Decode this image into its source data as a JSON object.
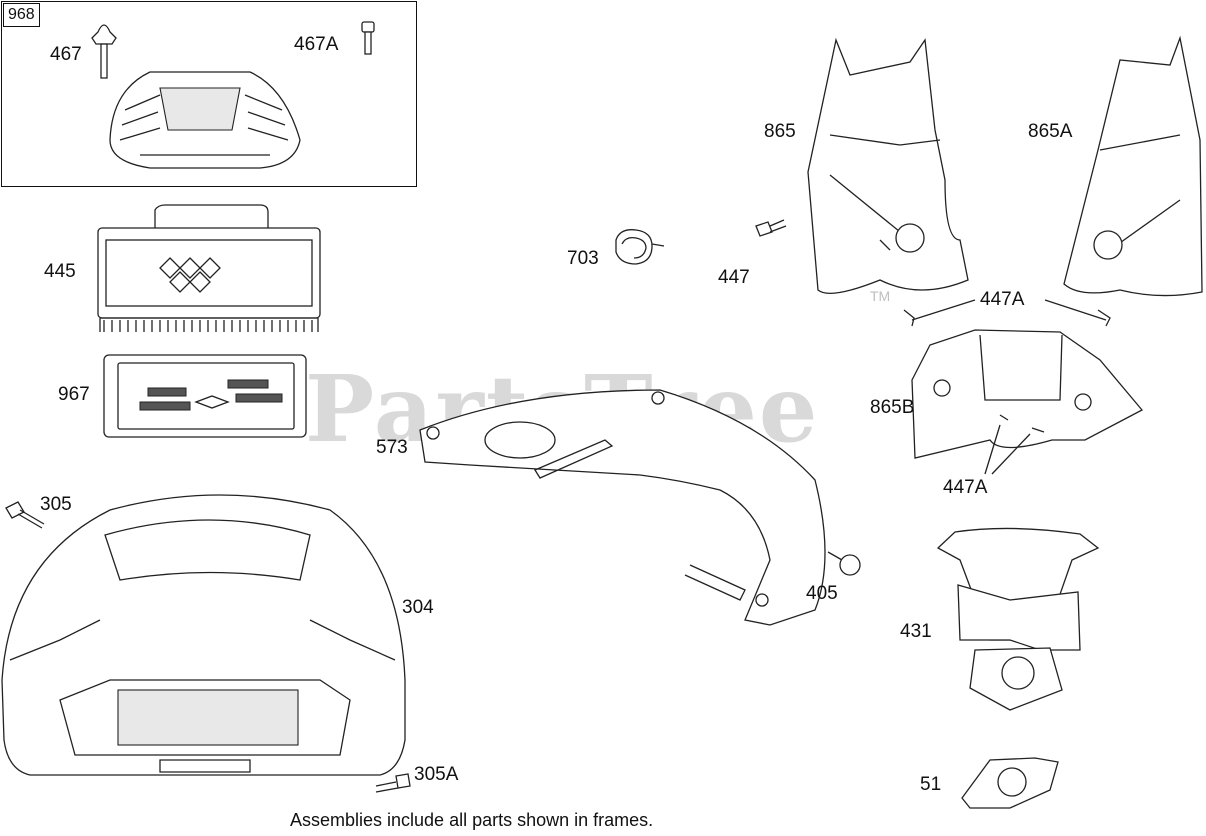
{
  "frame": {
    "id": "968"
  },
  "watermark": {
    "text": "PartsTree",
    "tm": "TM"
  },
  "labels": {
    "p467": "467",
    "p467A": "467A",
    "p445": "445",
    "p967": "967",
    "p305": "305",
    "p304": "304",
    "p305A": "305A",
    "p703": "703",
    "p447": "447",
    "p573": "573",
    "p405": "405",
    "p865": "865",
    "p865A": "865A",
    "p447A_top": "447A",
    "p865B": "865B",
    "p447A_bottom": "447A",
    "p431": "431",
    "p51": "51"
  },
  "footer": {
    "text": "Assemblies include all parts shown in frames."
  }
}
